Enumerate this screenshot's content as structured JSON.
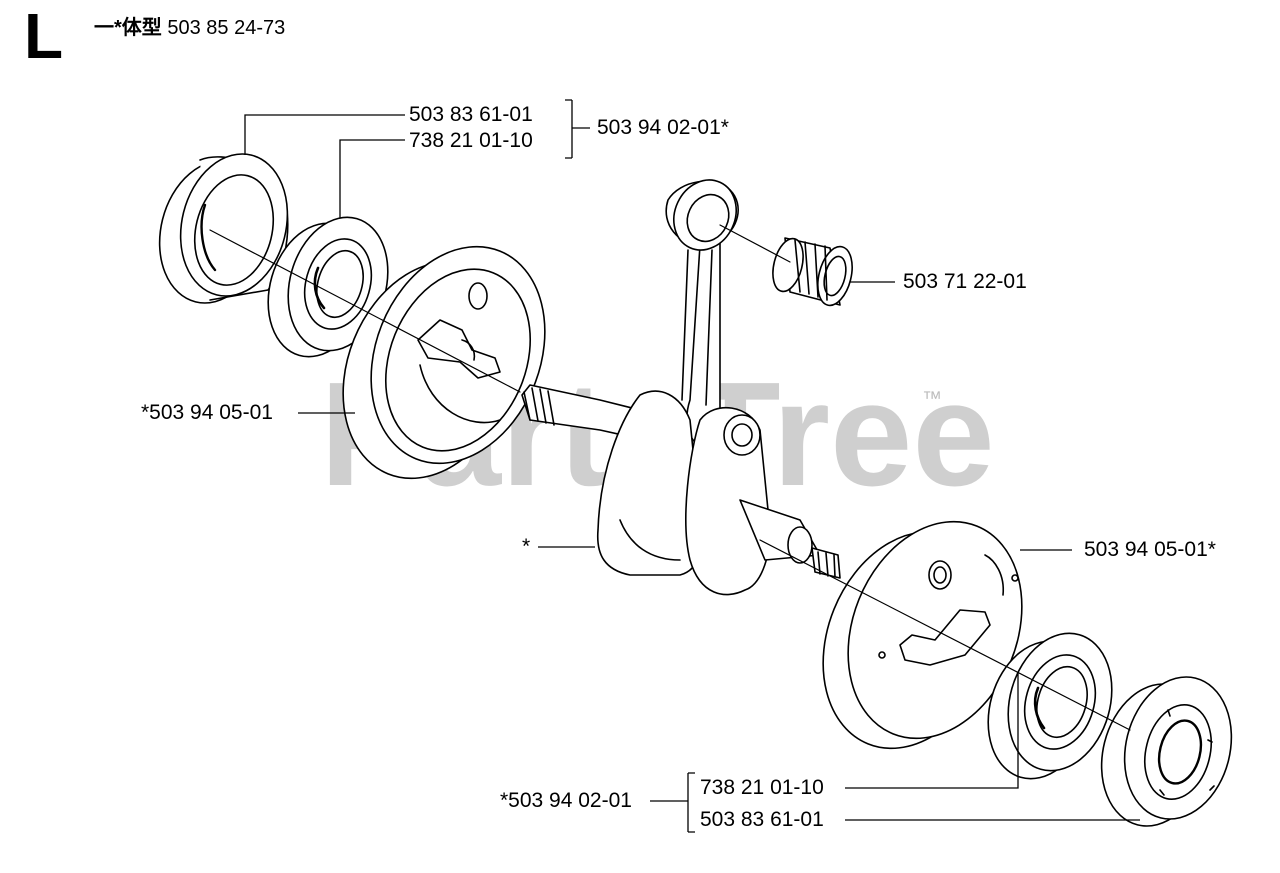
{
  "header": {
    "section_letter": "L",
    "assembly_name": "一*体型",
    "assembly_number": "503 85 24-73"
  },
  "labels": {
    "bearing_housing_top": "503 83 61-01",
    "bearing_top": "738 21 01-10",
    "kit_top": "503 94 02-01*",
    "needle_bearing": "503 71 22-01",
    "crank_half_left": "*503 94 05-01",
    "crankshaft": "*",
    "crank_half_right": "503 94 05-01*",
    "kit_bottom": "*503 94 02-01",
    "bearing_bottom": "738 21 01-10",
    "bearing_housing_bottom": "503 83 61-01"
  },
  "watermark": {
    "text": "PartsTree",
    "trademark": "™"
  }
}
